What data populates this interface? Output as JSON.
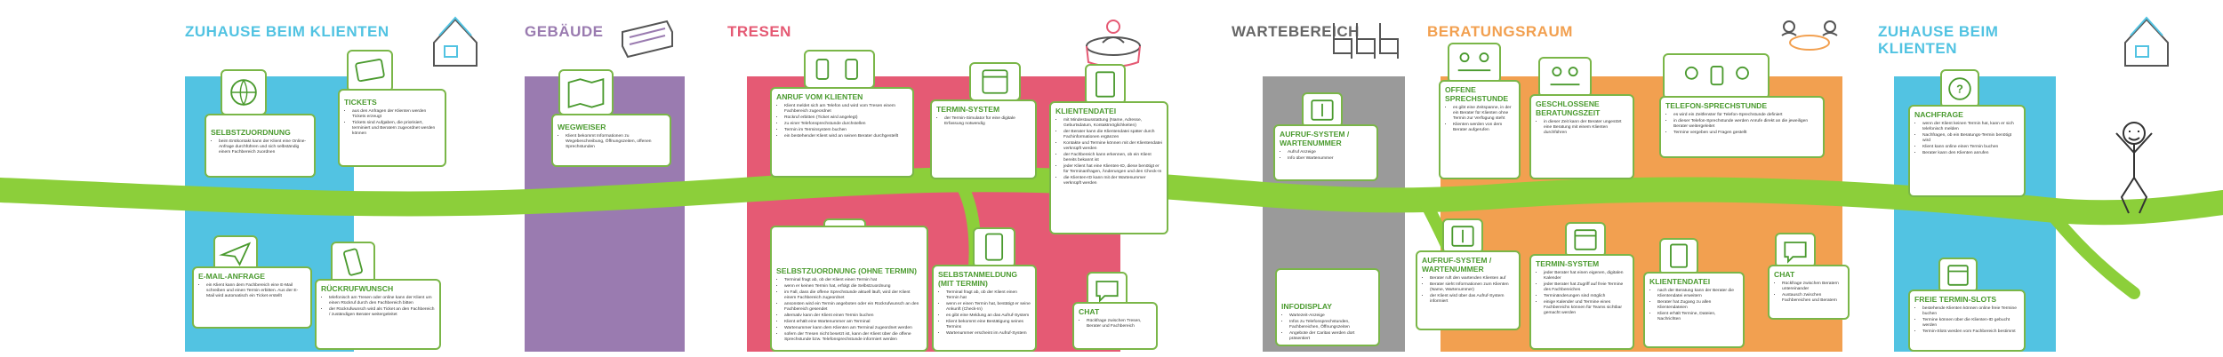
{
  "colors": {
    "cyan": "#52c3e2",
    "purple": "#9a7bb0",
    "pink": "#e55a74",
    "grey": "#9a9a9a",
    "orange": "#f2a050",
    "green": "#8ccf3a",
    "card_border": "#7ab648",
    "title_green": "#4a9a2e",
    "text": "#333333"
  },
  "sections": {
    "zuhause1": "ZUHAUSE BEIM KLIENTEN",
    "gebaeude": "GEBÄUDE",
    "tresen": "TRESEN",
    "wartebereich": "WARTEBEREICH",
    "beratungsraum": "BERATUNGSRAUM",
    "zuhause2_line1": "ZUHAUSE BEIM",
    "zuhause2_line2": "KLIENTEN"
  },
  "cards": {
    "selbstzuordnung": {
      "title": "SELBSTZUORDNUNG",
      "items": [
        "beim Erstkontakt kann der Klient eine Online-Anfrage durchführen und sich selbständig einem Fachbereich zuordnen"
      ]
    },
    "tickets": {
      "title": "TICKETS",
      "items": [
        "aus den Anfragen der Klienten werden Tickets erzeugt",
        "Tickets sind Aufgaben, die priorisiert, terminiert und Beratern zugeordnet werden können"
      ]
    },
    "email_anfrage": {
      "title": "E-MAIL-ANFRAGE",
      "items": [
        "ein Klient kann dem Fachbereich eine E-Mail schreiben und einen Termin erbitten. Aus der E-Mail wird automatisch ein Ticket erstellt"
      ]
    },
    "rueckrufwunsch": {
      "title": "RÜCKRUFWUNSCH",
      "items": [
        "telefonisch am Tresen oder online kann der Klient um einen Rückruf durch den Fachbereich bitten",
        "der Rückrufwunsch wird als Ticket an den Fachbereich / zuständigen Berater weitergeleitet"
      ]
    },
    "wegweiser": {
      "title": "WEGWEISER",
      "items": [
        "Klient bekommt Informationen zu Wegebeschreibung, Öffnungszeiten, offenen Sprechstunden"
      ]
    },
    "anruf": {
      "title": "ANRUF VOM KLIENTEN",
      "items": [
        "Klient meldet sich am Telefon und wird vom Tresen einem Fachbereich zugeordnet",
        "Rückruf erbitten (Ticket wird angelegt)",
        "zu einer Telefonsprechstunde durchstellen",
        "Termin im Terminsystem buchen",
        "ein bestehender Klient wird an seinen Berater durchgestellt"
      ]
    },
    "terminsystem1": {
      "title": "TERMIN-SYSTEM",
      "items": [
        "der Termin-Simulator für eine digitale Erfassung notwendig"
      ]
    },
    "klientendatei1": {
      "title": "KLIENTENDATEI",
      "items": [
        "mit Mindestausstattung (Name, Adresse, Geburtsdatum, Kontaktmöglichkeiten)",
        "der Berater kann die Klientendatei später durch Fachinformationen ergänzen",
        "Kontakte und Termine können mit der Klientendatei verknüpft werden",
        "der Fachbereich kann erkennen, ob ein Klient bereits bekannt ist",
        "jeder Klient hat eine Klienten-ID, diese benötigt er für Terminanfragen, Änderungen und den Check-In",
        "die Klienten-ID kann mit der Wartenummer verknüpft werden"
      ]
    },
    "selbstzuordnung_ohne": {
      "title": "SELBSTZUORDNUNG (OHNE TERMIN)",
      "items": [
        "Terminal fragt ab, ob der Klient einen Termin hat",
        "wenn er keinen Termin hat, erfolgt die Selbstzuordnung",
        "im Fall, dass die offene Sprechstunde aktuell läuft, wird der Klient einem Fachbereich zugeordnet",
        "ansonsten wird ein Termin angeboten oder ein Rückrufwunsch an den Fachbereich gesendet",
        "alternativ kann der Klient einen Termin buchen",
        "Klient erhält eine Wartenummer am Terminal",
        "Wartenummer kann dem Klienten am Terminal zugeordnet werden",
        "sofern der Tresen nicht besetzt ist, kann der Klient über die offene Sprechstunde bzw. Telefonsprechstunde informiert werden"
      ]
    },
    "selbstanmeldung": {
      "title": "SELBSTANMELDUNG (MIT TERMIN)",
      "items": [
        "Terminal fragt ab, ob der Klient einen Termin hat",
        "wenn er einen Termin hat, bestätigt er seine Ankunft (Check-In)",
        "es gibt eine Meldung an das Aufruf-System",
        "Klient bekommt eine Bestätigung seines Termins",
        "Wartenummer erscheint im Aufruf-System"
      ]
    },
    "chat1": {
      "title": "CHAT",
      "items": [
        "Rückfrage zwischen Tresen, Berater und Fachbereich"
      ]
    },
    "aufruf1": {
      "title": "AUFRUF-SYSTEM / WARTENUMMER",
      "items": [
        "Aufruf Anzeige",
        "Info über Wartenummer"
      ]
    },
    "infodisplay": {
      "title": "INFODISPLAY",
      "items": [
        "Wartezeit-Anzeige",
        "Infos zu Telefonsprechstunden, Fachbereichen, Öffnungszeiten",
        "Angebote der Caritas werden dort präsentiert"
      ]
    },
    "offene": {
      "title": "OFFENE SPRECHSTUNDE",
      "items": [
        "es gibt eine Zeitspanne, in der ein Berater für Klienten ohne Termin zur Verfügung steht",
        "Klienten werden von dem Berater aufgerufen"
      ]
    },
    "geschlossene": {
      "title": "GESCHLOSSENE BERATUNGSZEIT",
      "items": [
        "in dieser Zeit kann der Berater ungestört eine Beratung mit einem Klienten durchführen"
      ]
    },
    "telefon": {
      "title": "TELEFON-SPRECHSTUNDE",
      "items": [
        "es wird ein Zeitfenster für Telefon-Sprechstunde definiert",
        "in dieser Telefon-Sprechstunde werden Anrufe direkt an die jeweiligen Berater weitergeleitet",
        "Termine vergeben und Fragen gestellt"
      ]
    },
    "aufruf2": {
      "title": "AUFRUF-SYSTEM / WARTENUMMER",
      "items": [
        "Berater ruft den wartenden Klienten auf",
        "Berater sieht Informationen zum Klienten (Name, Wartenummer)",
        "der Klient wird über das Aufruf-System informiert"
      ]
    },
    "terminsystem2": {
      "title": "TERMIN-SYSTEM",
      "items": [
        "jeder Berater hat einen eigenen, digitalen Kalender",
        "jeder Berater hat Zugriff auf freie Termine des Fachbereiches",
        "Terminänderungen sind möglich",
        "einige Kalender und Termine eines Fachbereichs können für Teams sichtbar gemacht werden"
      ]
    },
    "klientendatei2": {
      "title": "KLIENTENDATEI",
      "items": [
        "nach der Beratung kann der Berater die Klientendatei erweitern",
        "Berater hat Zugang zu allen Klientendateien",
        "Klient erhält Termine, Dateien, Nachrichten"
      ]
    },
    "chat2": {
      "title": "CHAT",
      "items": [
        "Rückfrage zwischen Beratern untereinander",
        "Austausch zwischen Fachbereichen und Beratern"
      ]
    },
    "nachfrage": {
      "title": "NACHFRAGE",
      "items": [
        "wenn der Klient keinen Termin hat, kann er sich telefonisch melden",
        "Nachfragen, ob ein Beratungs-Termin benötigt wird",
        "Klient kann online einen Termin buchen",
        "Berater kann den Klienten anrufen"
      ]
    },
    "freie": {
      "title": "FREIE TERMIN-SLOTS",
      "items": [
        "bestehende Klienten können online freie Termine buchen",
        "Termine können über die Klienten-ID gebucht werden",
        "Termin-Slots werden vom Fachbereich bestimmt"
      ]
    }
  }
}
